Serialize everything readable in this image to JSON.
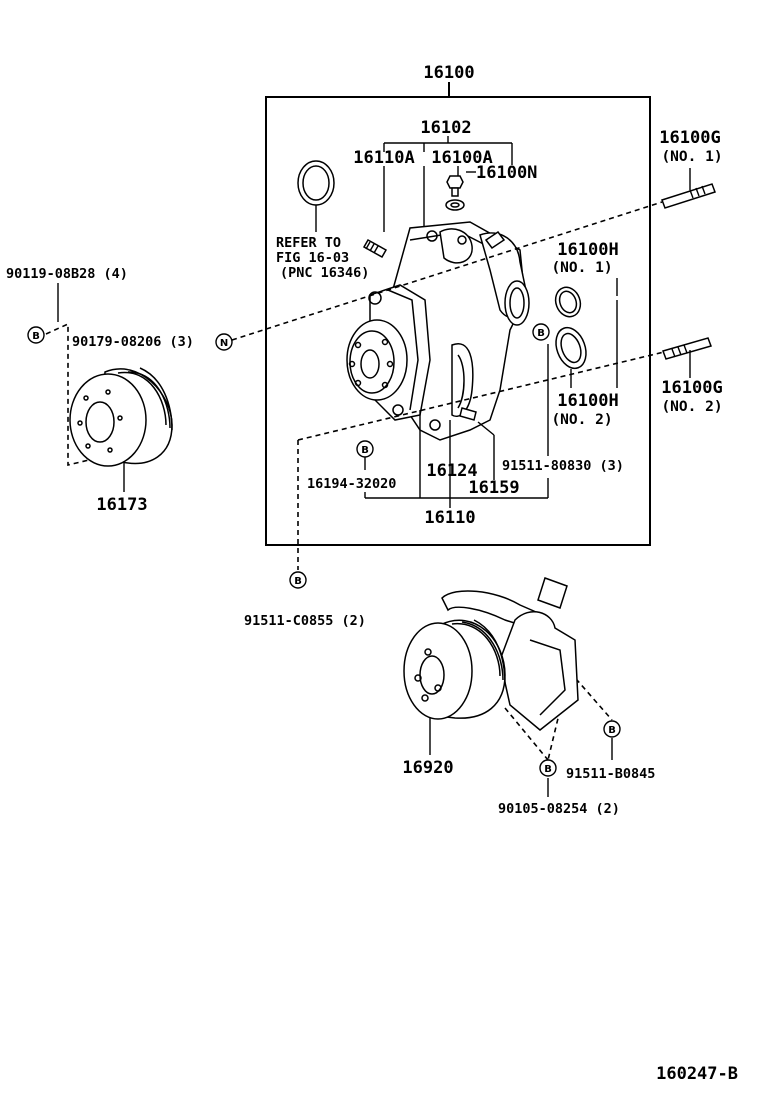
{
  "labels": {
    "p16100": "16100",
    "p16102": "16102",
    "p16110A": "16110A",
    "p16100A": "16100A",
    "p16100N": "16100N",
    "p16100G_1": "16100G",
    "p16100G_1_no": "(NO. 1)",
    "refer1": "REFER TO",
    "refer2": "FIG 16-03",
    "refer3": "(PNC 16346)",
    "p16100H_1": "16100H",
    "p16100H_1_no": "(NO. 1)",
    "p16100H_2": "16100H",
    "p16100H_2_no": "(NO. 2)",
    "p16100G_2": "16100G",
    "p16100G_2_no": "(NO. 2)",
    "p90119": "90119-08B28 (4)",
    "p90179": "90179-08206 (3)",
    "p16173": "16173",
    "p16194": "16194-32020",
    "p16124": "16124",
    "p16159": "16159",
    "p91511_80830": "91511-80830 (3)",
    "p16110": "16110",
    "p91511_C0855": "91511-C0855 (2)",
    "p16920": "16920",
    "p91511_B0845": "91511-B0845",
    "p90105": "90105-08254 (2)",
    "figure_id": "160247-B"
  },
  "markers": {
    "b": "B",
    "n": "N"
  }
}
